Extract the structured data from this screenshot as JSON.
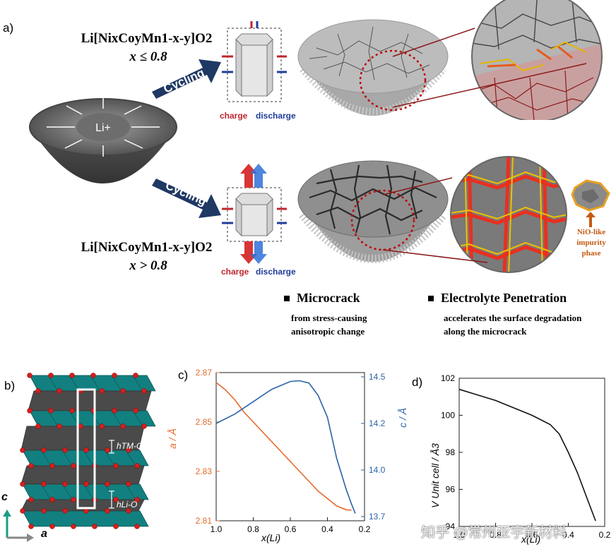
{
  "panel_a": {
    "label": "a)",
    "top": {
      "formula": "Li[NixCoyMn1-x-y]O2",
      "condition": "x ≤ 0.8",
      "arrow_label": "Cycling",
      "charge": "charge",
      "discharge": "discharge"
    },
    "bottom": {
      "formula": "Li[NixCoyMn1-x-y]O2",
      "condition": "x > 0.8",
      "arrow_label": "Cycling",
      "charge": "charge",
      "discharge": "discharge"
    },
    "particle_label": "Li+",
    "impurity_label": [
      "NiO-like",
      "impurity",
      "phase"
    ],
    "bullets": [
      {
        "title": "Microcrack",
        "desc": [
          "from stress-causing",
          "anisotropic change"
        ]
      },
      {
        "title": "Electrolyte Penetration",
        "desc": [
          "accelerates the surface degradation",
          "along the microcrack"
        ]
      }
    ]
  },
  "panel_b": {
    "label": "b)",
    "h_tm": "hTM-O",
    "h_li": "hLi-O",
    "axis_c": "c",
    "axis_a": "a"
  },
  "panel_c": {
    "label": "c)",
    "chart_data": {
      "type": "line",
      "xlabel": "x(Li)",
      "x_ticks": [
        "1.0",
        "0.8",
        "0.6",
        "0.4",
        "0.2"
      ],
      "xlim": [
        1.0,
        0.2
      ],
      "y_left_label": "a / Å",
      "y_left_ticks": [
        "2.87",
        "2.85",
        "2.83",
        "2.81"
      ],
      "y_left_lim": [
        2.81,
        2.87
      ],
      "y_right_label": "c / Å",
      "y_right_ticks": [
        "14.5",
        "14.2",
        "14.0",
        "13.7"
      ],
      "series": [
        {
          "axis": "left",
          "color": "#e46a2c",
          "x": [
            1.0,
            0.95,
            0.9,
            0.85,
            0.8,
            0.75,
            0.7,
            0.65,
            0.6,
            0.55,
            0.5,
            0.45,
            0.4,
            0.35,
            0.3,
            0.27
          ],
          "y": [
            2.866,
            2.863,
            2.859,
            2.854,
            2.85,
            2.846,
            2.842,
            2.838,
            2.834,
            2.83,
            2.826,
            2.822,
            2.819,
            2.816,
            2.8145,
            2.8143
          ]
        },
        {
          "axis": "right",
          "color": "#2b63a8",
          "x": [
            1.0,
            0.9,
            0.8,
            0.7,
            0.6,
            0.55,
            0.5,
            0.45,
            0.4,
            0.35,
            0.3,
            0.27,
            0.25
          ],
          "y": [
            14.2,
            14.26,
            14.34,
            14.42,
            14.47,
            14.475,
            14.46,
            14.38,
            14.24,
            14.05,
            13.88,
            13.78,
            13.72
          ]
        }
      ]
    }
  },
  "panel_d": {
    "label": "d)",
    "chart_data": {
      "type": "line",
      "xlabel": "x(Li)",
      "x_ticks": [
        "1.0",
        "0.8",
        "0.6",
        "0.4",
        "0.2"
      ],
      "xlim": [
        1.0,
        0.2
      ],
      "ylabel": "V Unit cell / Å3",
      "y_ticks": [
        "102",
        "100",
        "98",
        "96",
        "94"
      ],
      "ylim": [
        94,
        102
      ],
      "series": [
        {
          "color": "#111111",
          "x": [
            1.0,
            0.9,
            0.8,
            0.7,
            0.6,
            0.5,
            0.45,
            0.4,
            0.35,
            0.3,
            0.25
          ],
          "y": [
            101.4,
            101.1,
            100.8,
            100.4,
            100.0,
            99.5,
            99.0,
            98.0,
            96.9,
            95.6,
            94.3
          ]
        }
      ]
    }
  },
  "watermark": "知乎 @常州亚宇新材料"
}
